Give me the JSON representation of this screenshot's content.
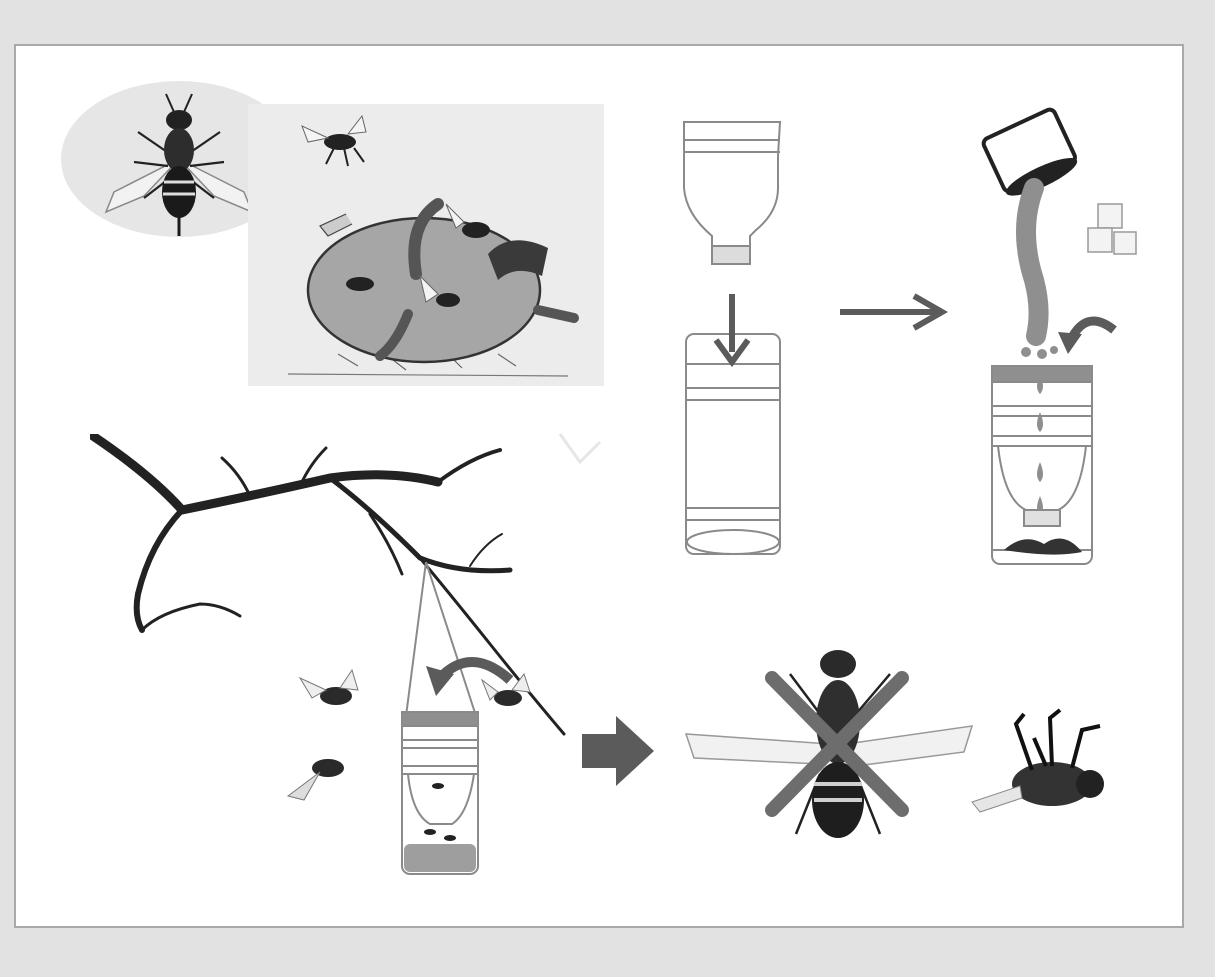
{
  "diagram": {
    "panels": [
      {
        "id": "fruit-fly-closeup",
        "icon": "fruit-fly-icon"
      },
      {
        "id": "infested-fruit",
        "icon": "infested-fruit-icon"
      },
      {
        "id": "bottle-cut-and-invert",
        "icon": "bottle-icon"
      },
      {
        "id": "bait-pouring",
        "icon": "paint-can-icon"
      },
      {
        "id": "trap-hanging-on-branch",
        "icon": "branch-icon"
      },
      {
        "id": "fly-killed",
        "icon": "dead-fly-icon"
      }
    ],
    "colors": {
      "arrow": "#5b5b5b",
      "cross": "#6d6d6d",
      "bottle_stroke": "#8a8a8a",
      "bait": "#8f8f8f",
      "fruit_fill": "#a6a6a6",
      "background": "#e2e2e2",
      "frame_border": "#a9a9a9"
    }
  }
}
